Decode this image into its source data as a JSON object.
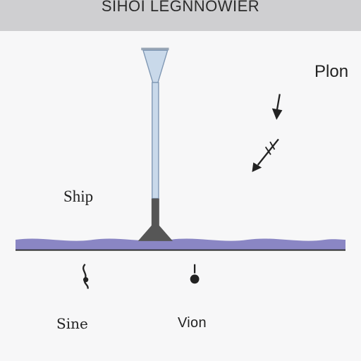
{
  "header": {
    "title": "SIHOI LEGNNOWIER"
  },
  "labels": {
    "plon": "Plon",
    "ship": "Ship",
    "sine": "Sine",
    "vion": "Vion"
  },
  "colors": {
    "header_bg": "#cfcfd1",
    "background": "#f7f7f8",
    "water": "#8a86c4",
    "tube": "#c9d9ea",
    "tube_outline": "#7f97b3",
    "base": "#565656",
    "baseline": "#2b2b2b"
  },
  "icons": {
    "arrow_down": "arrow-down-icon",
    "arrow_diagonal": "arrow-diagonal-icon",
    "clef": "treble-clef-icon",
    "pin": "pin-dot-icon"
  }
}
